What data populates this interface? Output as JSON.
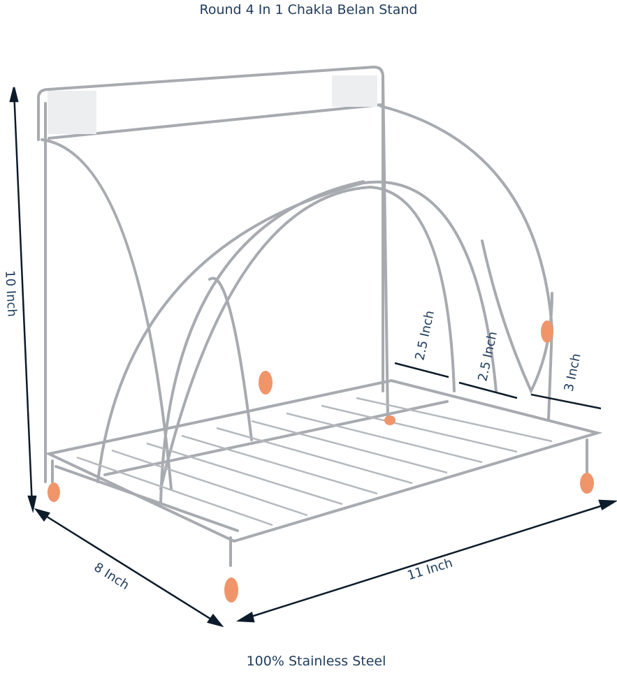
{
  "title": "Round 4 In 1 Chakla Belan Stand",
  "footer": "100% Stainless Steel",
  "dimensions": {
    "height": "10 Inch",
    "depth": "8 Inch",
    "width": "11 Inch",
    "gap1": "2.5 Inch",
    "gap2": "2.5 Inch",
    "gap3": "3 Inch"
  },
  "colors": {
    "text": "#1f3b5c",
    "steel": "#9a9ea3",
    "feet": "#f0956a"
  }
}
